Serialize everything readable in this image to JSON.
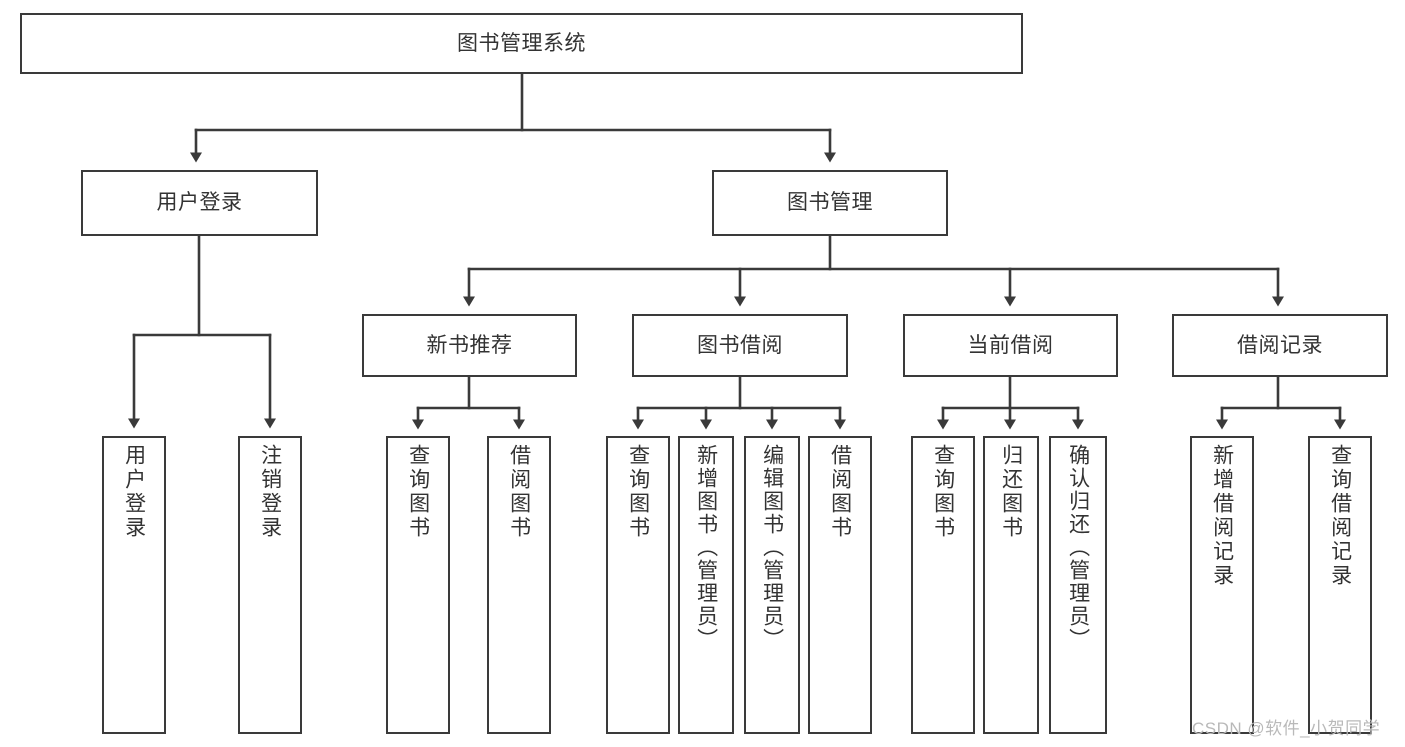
{
  "diagram": {
    "title": "图书管理系统",
    "type": "tree-structure-chart",
    "line_color": "#3a3a3a",
    "text_color": "#333333",
    "background_color": "#ffffff",
    "root": {
      "id": "root",
      "label": "图书管理系统",
      "orientation": "horizontal"
    },
    "level2": [
      {
        "id": "user-login",
        "label": "用户登录",
        "orientation": "horizontal"
      },
      {
        "id": "book-manage",
        "label": "图书管理",
        "orientation": "horizontal"
      }
    ],
    "level3": [
      {
        "id": "new-book-recommend",
        "label": "新书推荐",
        "orientation": "horizontal",
        "parent": "book-manage"
      },
      {
        "id": "book-borrow",
        "label": "图书借阅",
        "orientation": "horizontal",
        "parent": "book-manage"
      },
      {
        "id": "current-borrow",
        "label": "当前借阅",
        "orientation": "horizontal",
        "parent": "book-manage"
      },
      {
        "id": "borrow-record",
        "label": "借阅记录",
        "orientation": "horizontal",
        "parent": "book-manage"
      }
    ],
    "leaves": [
      {
        "id": "leaf-user-login",
        "label": "用户登录",
        "parent": "user-login"
      },
      {
        "id": "leaf-user-logout",
        "label": "注销登录",
        "parent": "user-login"
      },
      {
        "id": "leaf-query-book-1",
        "label": "查询图书",
        "parent": "new-book-recommend"
      },
      {
        "id": "leaf-borrow-book-1",
        "label": "借阅图书",
        "parent": "new-book-recommend"
      },
      {
        "id": "leaf-query-book-2",
        "label": "查询图书",
        "parent": "book-borrow"
      },
      {
        "id": "leaf-add-book",
        "label": "新增图书（管理员）",
        "parent": "book-borrow"
      },
      {
        "id": "leaf-edit-book",
        "label": "编辑图书（管理员）",
        "parent": "book-borrow"
      },
      {
        "id": "leaf-borrow-book-2",
        "label": "借阅图书",
        "parent": "book-borrow"
      },
      {
        "id": "leaf-query-book-3",
        "label": "查询图书",
        "parent": "current-borrow"
      },
      {
        "id": "leaf-return-book",
        "label": "归还图书",
        "parent": "current-borrow"
      },
      {
        "id": "leaf-confirm-return",
        "label": "确认归还（管理员）",
        "parent": "current-borrow"
      },
      {
        "id": "leaf-add-record",
        "label": "新增借阅记录",
        "parent": "borrow-record"
      },
      {
        "id": "leaf-query-record",
        "label": "查询借阅记录",
        "parent": "borrow-record"
      }
    ]
  },
  "watermark": {
    "text": "CSDN @软件_小贺同学"
  }
}
